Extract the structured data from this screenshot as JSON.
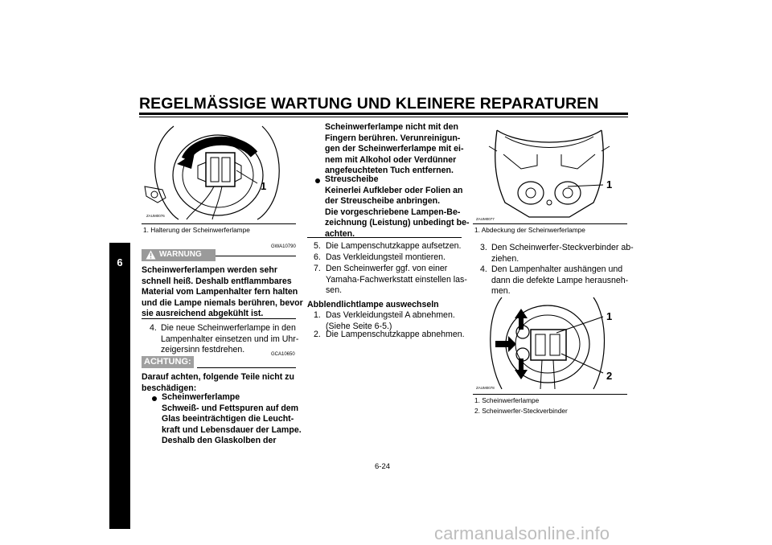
{
  "header": {
    "title": "REGELMÄSSIGE WARTUNG UND KLEINERE REPARATUREN"
  },
  "side_tab": {
    "label": "6"
  },
  "figure1": {
    "code": "ZAUM0076",
    "callout": "1",
    "caption": "1.  Halterung der Scheinwerferlampe"
  },
  "warning": {
    "code": "GWA10790",
    "badge": "WARNUNG",
    "lines": [
      "Scheinwerferlampen werden sehr",
      "schnell heiß. Deshalb entflammbares",
      "Material vom Lampenhalter fern halten",
      "und die Lampe niemals berühren, bevor",
      "sie ausreichend abgekühlt ist."
    ]
  },
  "step4": {
    "num": "4.",
    "lines": [
      "Die neue Scheinwerferlampe in den",
      "Lampenhalter einsetzen und im Uhr-",
      "zeigersinn festdrehen."
    ]
  },
  "caution": {
    "code": "GCA10650",
    "badge": "ACHTUNG:",
    "intro": [
      "Darauf achten, folgende Teile nicht zu",
      "beschädigen:"
    ],
    "item1_lines": [
      "Scheinwerferlampe",
      "Schweiß- und Fettspuren auf dem",
      "Glas beeinträchtigen die Leucht-",
      "kraft und Lebensdauer der Lampe.",
      "Deshalb den Glaskolben der"
    ],
    "item1_cont": [
      "Scheinwerferlampe nicht mit den",
      "Fingern berühren. Verunreinigun-",
      "gen der Scheinwerferlampe mit ei-",
      "nem mit Alkohol oder Verdünner",
      "angefeuchteten Tuch entfernen."
    ],
    "item2_lines": [
      "Streuscheibe",
      "Keinerlei Aufkleber oder Folien an",
      "der Streuscheibe anbringen.",
      "Die vorgeschriebene Lampen-Be-",
      "zeichnung (Leistung) unbedingt be-",
      "achten."
    ]
  },
  "steps_mid": [
    {
      "num": "5.",
      "lines": [
        "Die Lampenschutzkappe aufsetzen."
      ]
    },
    {
      "num": "6.",
      "lines": [
        "Das Verkleidungsteil montieren."
      ]
    },
    {
      "num": "7.",
      "lines": [
        "Den Scheinwerfer ggf. von einer",
        "Yamaha-Fachwerkstatt einstellen las-",
        "sen."
      ]
    }
  ],
  "low_beam": {
    "heading": "Abblendlichtlampe auswechseln",
    "steps": [
      {
        "num": "1.",
        "lines": [
          "Das Verkleidungsteil A abnehmen.",
          "(Siehe Seite 6-5.)"
        ]
      },
      {
        "num": "2.",
        "lines": [
          "Die Lampenschutzkappe abnehmen."
        ]
      }
    ]
  },
  "figure2": {
    "code": "ZAUM0077",
    "callout": "1",
    "caption": "1.  Abdeckung der Scheinwerferlampe"
  },
  "steps_right": [
    {
      "num": "3.",
      "lines": [
        "Den Scheinwerfer-Steckverbinder ab-",
        "ziehen."
      ]
    },
    {
      "num": "4.",
      "lines": [
        "Den Lampenhalter aushängen und",
        "dann die defekte Lampe herausneh-",
        "men."
      ]
    }
  ],
  "figure3": {
    "code": "ZAUM0078",
    "callouts": [
      "1",
      "2"
    ],
    "captions": [
      "1.  Scheinwerferlampe",
      "2.  Scheinwerfer-Steckverbinder"
    ]
  },
  "page_number": "6-24",
  "footer": "carmanualsonline.info"
}
